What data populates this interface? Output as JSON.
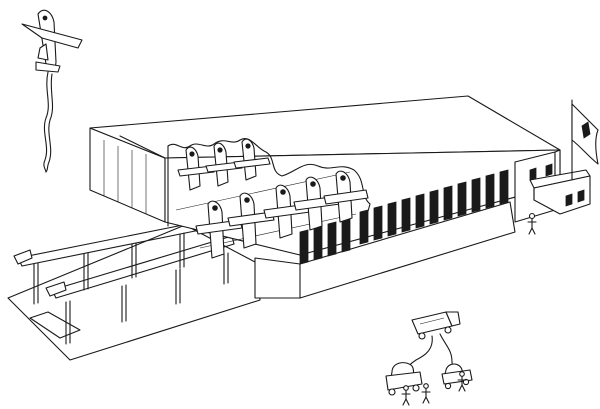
{
  "illustration": {
    "style": "black line drawing on white",
    "line_color": "#1a1a1a",
    "background_color": "#ffffff",
    "subjects": {
      "launch_aircraft": "rocket-interceptor-in-flight",
      "hangar": "cutaway-hangar-with-stacked-aircraft",
      "launch_rail": "elevated-launch-rail",
      "flag": "flag-on-pole",
      "vehicles": "fuel-truck-and-trailers",
      "people": "ground-crew-figures"
    }
  }
}
